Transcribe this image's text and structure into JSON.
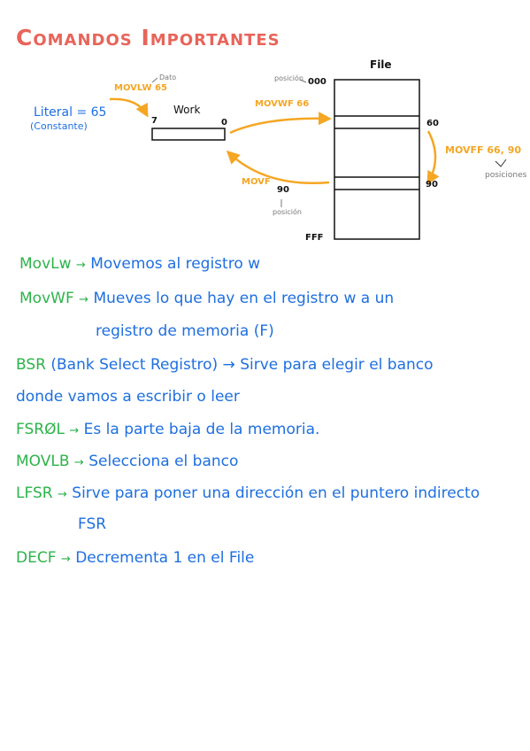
{
  "title": "Comandos Importantes",
  "diagram": {
    "literal_label": "Literal = 65",
    "literal_sub": "(Constante)",
    "movlw_top": "MOVLW 65",
    "dato_label": "Dato",
    "work_label": "Work",
    "work_bit_left": "7",
    "work_bit_right": "0",
    "posicion_top": "posición",
    "file_addr_top": "000",
    "file_label": "File",
    "movwf_label": "MOVWF 66",
    "addr_60": "60",
    "movff_label": "MOVFF 66, 90",
    "posiciones_label": "posiciones",
    "addr_90": "90",
    "movf_label": "MOVF",
    "movf_num": "90",
    "posicion_bottom": "posición",
    "file_addr_bottom": "FFF"
  },
  "notes": [
    {
      "key": "MovLw",
      "text": "Movemos al registro w"
    },
    {
      "key": "MovWF",
      "text": "Mueves lo que hay en el registro w a un",
      "cont": "registro de memoria (F)"
    },
    {
      "key": "BSR",
      "text": "(Bank Select Registro) → Sirve para elegir el banco",
      "cont": "donde vamos a escribir o leer"
    },
    {
      "key": "FSRØL",
      "text": "Es la parte baja de la memoria."
    },
    {
      "key": "MOVLB",
      "text": "Selecciona el banco"
    },
    {
      "key": "LFSR",
      "text": "Sirve para poner una dirección en el puntero indirecto",
      "cont": "FSR"
    },
    {
      "key": "DECF",
      "text": "Decrementa 1 en el File"
    }
  ],
  "colors": {
    "title": "#e8645a",
    "orange": "#f5a623",
    "green": "#2db34a",
    "blue": "#1e6fe0"
  }
}
